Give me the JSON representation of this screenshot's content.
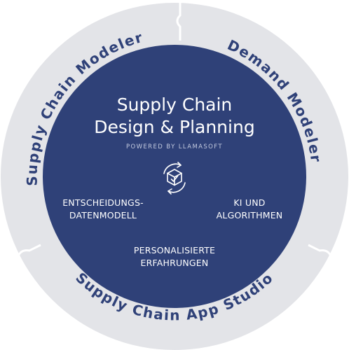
{
  "colors": {
    "ring": "#e3e4e8",
    "ring_seam": "#ffffff",
    "core": "#2f4178",
    "ring_text": "#2f4178",
    "core_text": "#ffffff",
    "powered_text": "#c4cbe0"
  },
  "center": {
    "title_line1": "Supply Chain",
    "title_line2": "Design & Planning",
    "powered_by": "POWERED BY LLAMASOFT",
    "icon": "rotating-cube-icon"
  },
  "ring_segments": [
    {
      "label": "Supply Chain Modeler"
    },
    {
      "label": "Demand Modeler"
    },
    {
      "label": "Supply Chain App Studio"
    }
  ],
  "inner_labels": {
    "decision_model_line1": "ENTSCHEIDUNGS-",
    "decision_model_line2": "DATENMODELL",
    "ai_line1": "KI UND",
    "ai_line2": "ALGORITHMEN",
    "personalized_line1": "PERSONALISIERTE",
    "personalized_line2": "ERFAHRUNGEN"
  }
}
